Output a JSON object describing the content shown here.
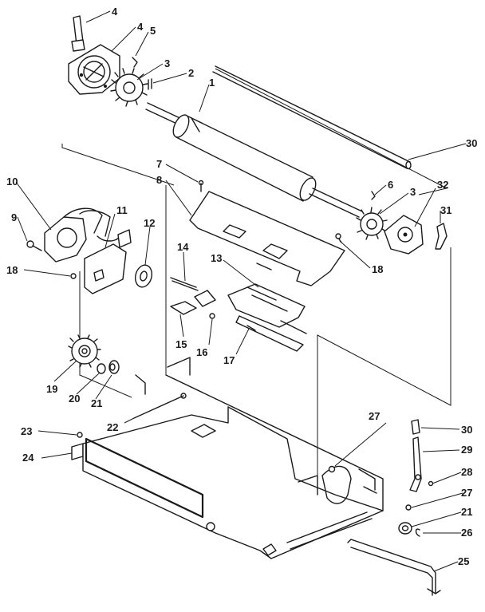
{
  "callouts": [
    {
      "id": "c1",
      "text": "1"
    },
    {
      "id": "c2",
      "text": "2"
    },
    {
      "id": "c3",
      "text": "3"
    },
    {
      "id": "c3b",
      "text": "3"
    },
    {
      "id": "c4",
      "text": "4"
    },
    {
      "id": "c4b",
      "text": "4"
    },
    {
      "id": "c5",
      "text": "5"
    },
    {
      "id": "c6",
      "text": "6"
    },
    {
      "id": "c7",
      "text": "7"
    },
    {
      "id": "c8",
      "text": "8"
    },
    {
      "id": "c9",
      "text": "9"
    },
    {
      "id": "c10",
      "text": "10"
    },
    {
      "id": "c11",
      "text": "11"
    },
    {
      "id": "c12",
      "text": "12"
    },
    {
      "id": "c13",
      "text": "13"
    },
    {
      "id": "c14",
      "text": "14"
    },
    {
      "id": "c15",
      "text": "15"
    },
    {
      "id": "c16",
      "text": "16"
    },
    {
      "id": "c17",
      "text": "17"
    },
    {
      "id": "c18",
      "text": "18"
    },
    {
      "id": "c18b",
      "text": "18"
    },
    {
      "id": "c19",
      "text": "19"
    },
    {
      "id": "c20",
      "text": "20"
    },
    {
      "id": "c21",
      "text": "21"
    },
    {
      "id": "c21b",
      "text": "21"
    },
    {
      "id": "c22",
      "text": "22"
    },
    {
      "id": "c23",
      "text": "23"
    },
    {
      "id": "c24",
      "text": "24"
    },
    {
      "id": "c25",
      "text": "25"
    },
    {
      "id": "c26",
      "text": "26"
    },
    {
      "id": "c27",
      "text": "27"
    },
    {
      "id": "c27b",
      "text": "27"
    },
    {
      "id": "c28",
      "text": "28"
    },
    {
      "id": "c29",
      "text": "29"
    },
    {
      "id": "c30",
      "text": "30"
    },
    {
      "id": "c30b",
      "text": "30"
    },
    {
      "id": "c31",
      "text": "31"
    },
    {
      "id": "c32",
      "text": "32"
    }
  ],
  "colors": {
    "ink": "#1a1a1a",
    "background": "#ffffff"
  }
}
